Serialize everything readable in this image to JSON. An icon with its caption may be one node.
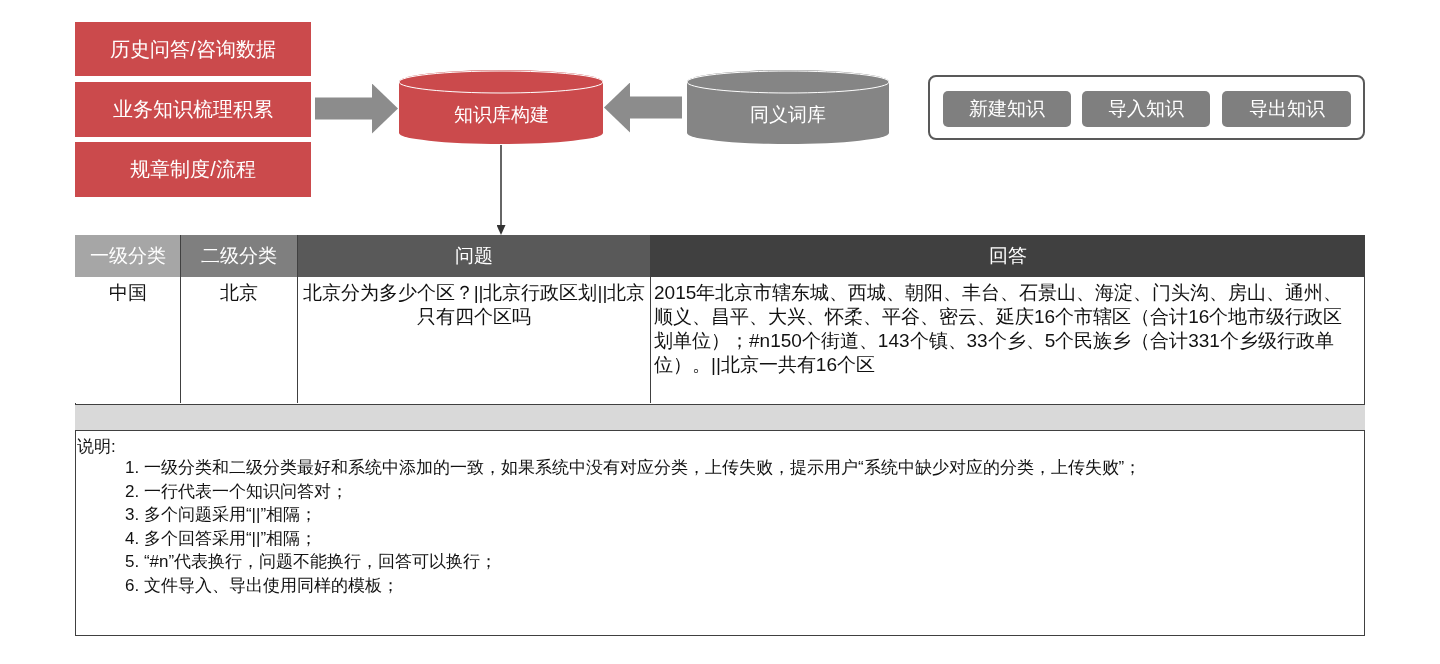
{
  "diagram": {
    "nodes": [
      {
        "text": [
          "历史问答/咨询数据"
        ]
      },
      {
        "text": [
          "业务知识梳理积累"
        ]
      },
      {
        "text": [
          "规章制度/流程"
        ]
      },
      {
        "text": [
          "知识库构建"
        ]
      },
      {
        "text": [
          "同义词库"
        ]
      },
      {
        "text": [],
        "shape": "box"
      },
      {
        "text": [
          "新建知识"
        ],
        "in": 5
      },
      {
        "text": [
          "导入知识"
        ],
        "in": 5
      },
      {
        "text": [
          "导出知识"
        ],
        "in": 5
      },
      {
        "text": [],
        "shape": "box"
      }
    ],
    "edges": [
      {
        "from": 1,
        "to": 3,
        "arrow": "to"
      },
      {
        "from": 4,
        "to": 3,
        "arrow": "to"
      },
      {
        "from": 3,
        "to": 9,
        "arrow": "to",
        "color": "#333333"
      }
    ],
    "labels": [
      "一级分类",
      "二级分类",
      "问题",
      "回答",
      "中国",
      "北京",
      "北京分为多少个区？||北京行政区划||北京只有四个区吗",
      "2015年北京市辖东城、西城、朝阳、丰台、石景山、海淀、门头沟、房山、通州、顺义、昌平、大兴、怀柔、平谷、密云、延庆16个市辖区（合计16个地市级行政区划单位）；#n150个街道、143个镇、33个乡、5个民族乡（合计331个乡级行政单位）。||北京一共有16个区",
      "说明:",
      "1. 一级分类和二级分类最好和系统中添加的一致，如果系统中没有对应分类，上传失败，提示用户“系统中缺少对应的分类，上传失败”；",
      "2. 一行代表一个知识问答对；",
      "3. 多个问题采用“||”相隔；",
      "4. 多个回答采用“||”相隔；",
      "5. “#n”代表换行，问题不能换行，回答可以换行；",
      "6. 文件导入、导出使用同样的模板；"
    ]
  }
}
